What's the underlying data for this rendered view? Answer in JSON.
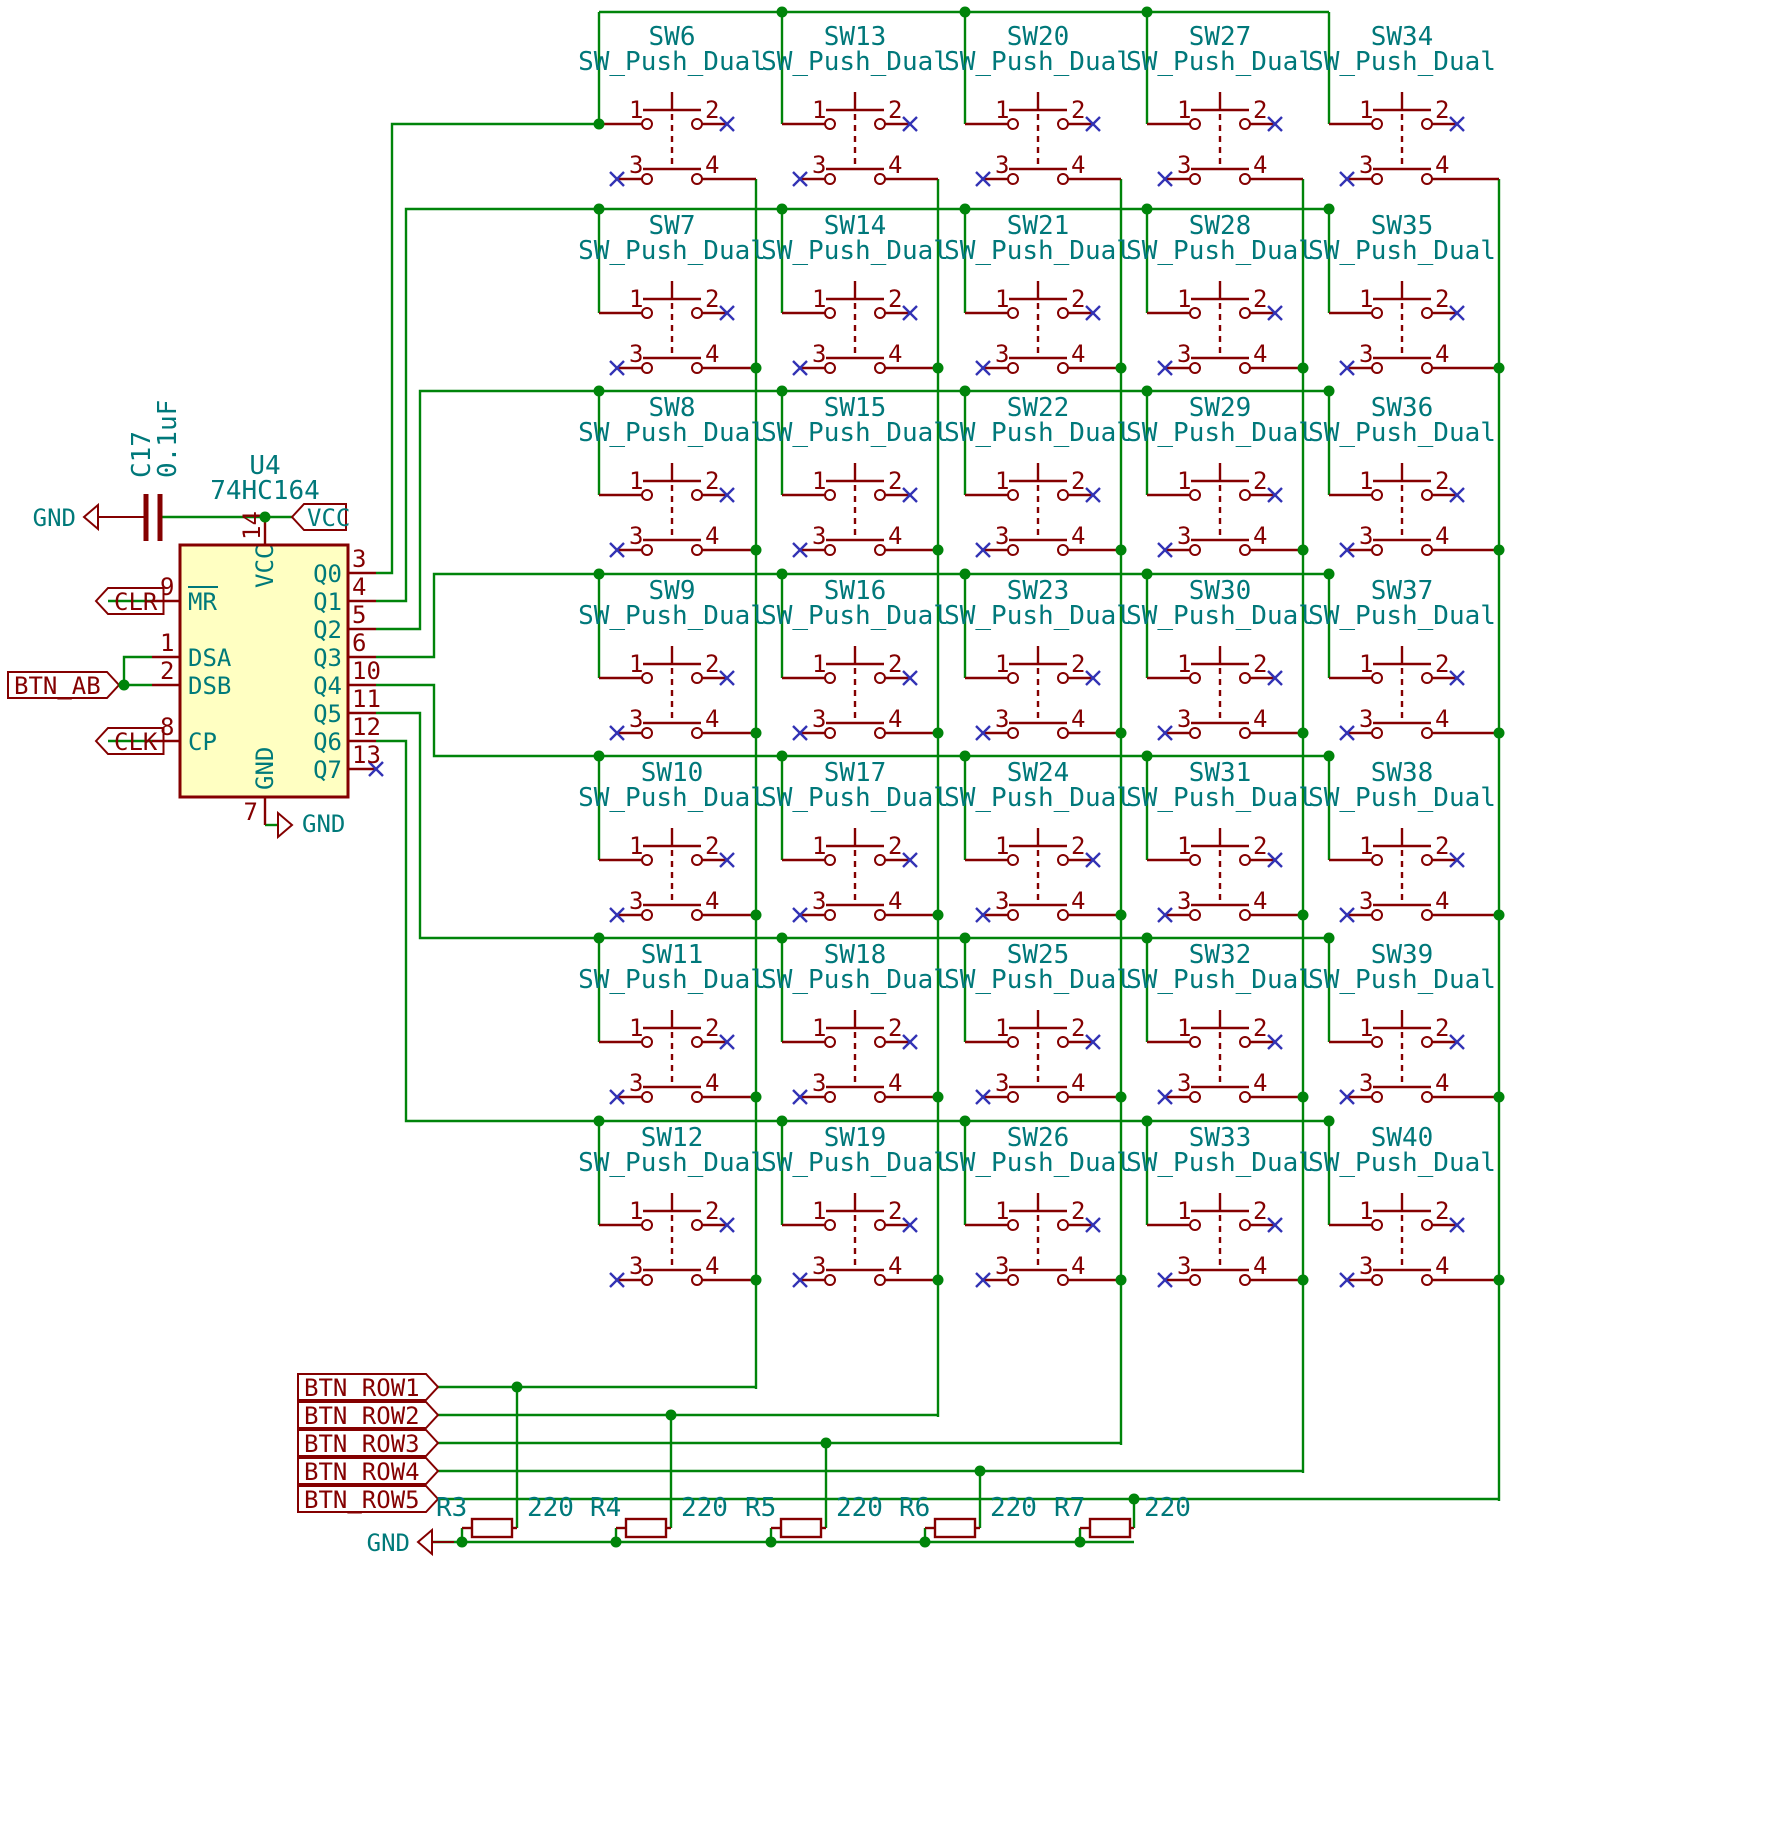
{
  "shift_register": {
    "ref": "U4",
    "value": "74HC164",
    "pins_left": [
      {
        "num": "9",
        "name": "MR",
        "overbar": true,
        "label": "CLR"
      },
      {
        "num": "1",
        "name": "DSA",
        "label": ""
      },
      {
        "num": "2",
        "name": "DSB",
        "label": "BTN_AB"
      },
      {
        "num": "8",
        "name": "CP",
        "label": "CLK"
      }
    ],
    "pins_right": [
      {
        "num": "3",
        "name": "Q0"
      },
      {
        "num": "4",
        "name": "Q1"
      },
      {
        "num": "5",
        "name": "Q2"
      },
      {
        "num": "6",
        "name": "Q3"
      },
      {
        "num": "10",
        "name": "Q4"
      },
      {
        "num": "11",
        "name": "Q5"
      },
      {
        "num": "12",
        "name": "Q6"
      },
      {
        "num": "13",
        "name": "Q7"
      }
    ],
    "vcc_pin": {
      "num": "14",
      "name": "VCC",
      "label": "VCC"
    },
    "gnd_pin": {
      "num": "7",
      "name": "GND",
      "label": "GND"
    }
  },
  "decoupling_cap": {
    "ref": "C17",
    "value": "0.1uF",
    "gnd_label": "GND"
  },
  "switch_value": "SW_Push_Dual",
  "switch_pin_numbers": [
    "1",
    "2",
    "3",
    "4"
  ],
  "switch_columns": [
    [
      "SW6",
      "SW7",
      "SW8",
      "SW9",
      "SW10",
      "SW11",
      "SW12"
    ],
    [
      "SW13",
      "SW14",
      "SW15",
      "SW16",
      "SW17",
      "SW18",
      "SW19"
    ],
    [
      "SW20",
      "SW21",
      "SW22",
      "SW23",
      "SW24",
      "SW25",
      "SW26"
    ],
    [
      "SW27",
      "SW28",
      "SW29",
      "SW30",
      "SW31",
      "SW32",
      "SW33"
    ],
    [
      "SW34",
      "SW35",
      "SW36",
      "SW37",
      "SW38",
      "SW39",
      "SW40"
    ]
  ],
  "row_labels": [
    "BTN_ROW1",
    "BTN_ROW2",
    "BTN_ROW3",
    "BTN_ROW4",
    "BTN_ROW5"
  ],
  "resistors": [
    {
      "ref": "R3",
      "value": "220"
    },
    {
      "ref": "R4",
      "value": "220"
    },
    {
      "ref": "R5",
      "value": "220"
    },
    {
      "ref": "R6",
      "value": "220"
    },
    {
      "ref": "R7",
      "value": "220"
    }
  ],
  "resistor_gnd_label": "GND",
  "colors": {
    "wire": "#00840a",
    "component": "#840000",
    "component_fill": "#ffffc2",
    "text": "#00787a",
    "no_connect": "#3232b4"
  }
}
